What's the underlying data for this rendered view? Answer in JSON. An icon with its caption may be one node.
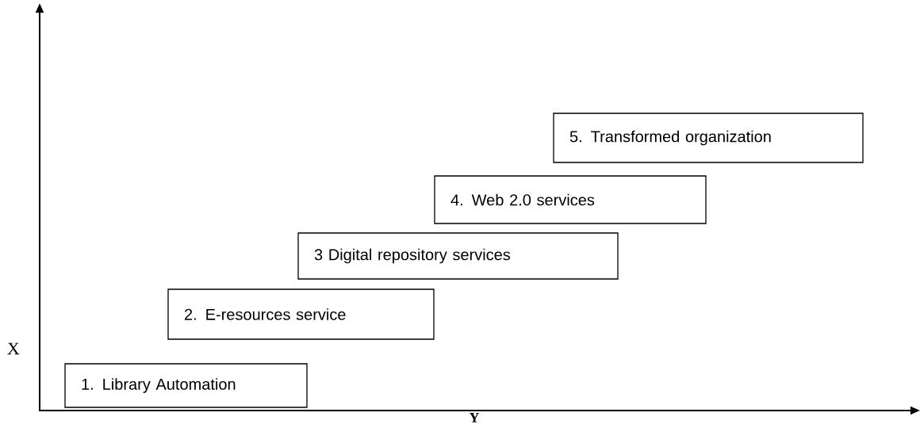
{
  "diagram": {
    "nodes": [
      {
        "text": [
          "1. Library Automation"
        ]
      },
      {
        "text": [
          "2. E-resources service"
        ]
      },
      {
        "text": [
          "3 Digital repository services"
        ]
      },
      {
        "text": [
          "4. Web 2.0 services"
        ]
      },
      {
        "text": [
          "5. Transformed organization"
        ]
      }
    ],
    "labels": [
      "X",
      "Y"
    ]
  }
}
